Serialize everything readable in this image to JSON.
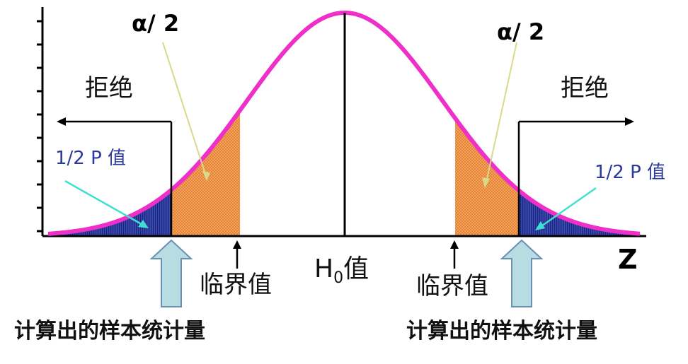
{
  "labels": {
    "alpha_left": "α/ 2",
    "alpha_right": "α/ 2",
    "reject_left": "拒绝",
    "reject_right": "拒绝",
    "half_p_left": "1/2 P 值",
    "half_p_right": "1/2 P 值",
    "critical_left": "临界值",
    "critical_right": "临界值",
    "h0_main": "H",
    "h0_sub": "0",
    "h0_suffix": "值",
    "z_axis": "Z",
    "stat_left": "计算出的样本统计量",
    "stat_right": "计算出的样本统计量"
  },
  "colors": {
    "curve": "#ee2fc8",
    "rejection_fill": "#e8893a",
    "pvalue_fill": "#2a3694",
    "axis": "#000000",
    "big_arrow_fill": "#b7dde2",
    "big_arrow_stroke": "#6b8fb1",
    "pointer_teal": "#40e0d0",
    "pointer_olive": "#d9d98a"
  }
}
